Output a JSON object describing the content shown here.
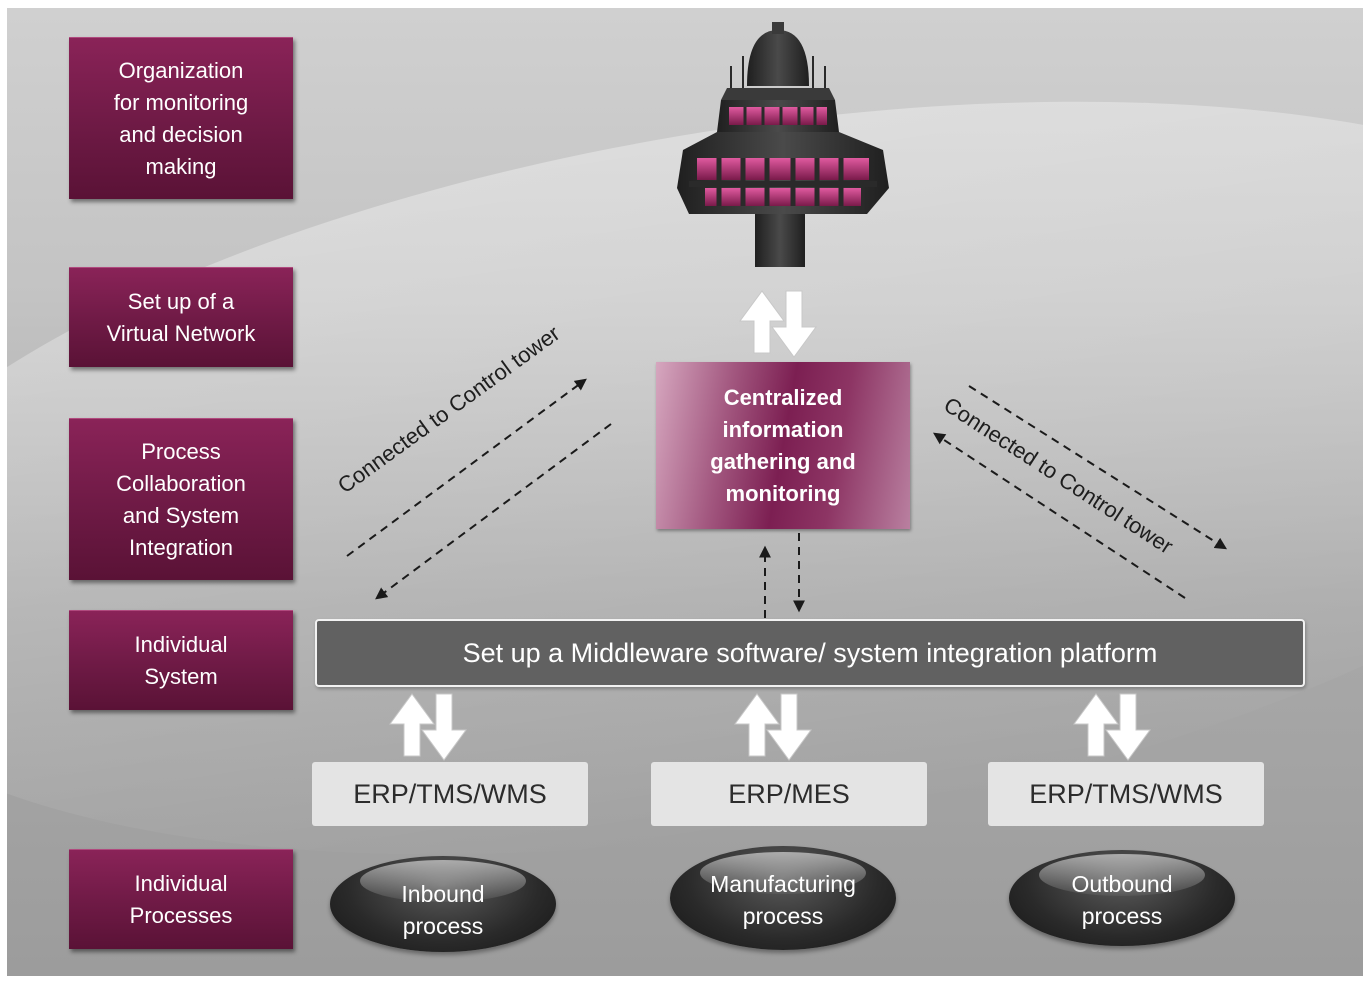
{
  "layers": [
    {
      "label": "Organization\nfor monitoring\nand decision\nmaking"
    },
    {
      "label": "Set up of a\nVirtual Network"
    },
    {
      "label": "Process\nCollaboration\nand System\nIntegration"
    },
    {
      "label": "Individual\nSystem"
    },
    {
      "label": "Individual\nProcesses"
    }
  ],
  "center_box": {
    "label": "Centralized\ninformation\ngathering and\nmonitoring"
  },
  "middleware": {
    "label": "Set up a Middleware software/ system integration platform"
  },
  "connections": {
    "left_label": "Connected to Control tower",
    "right_label": "Connected to Control tower"
  },
  "systems": [
    {
      "label": "ERP/TMS/WMS"
    },
    {
      "label": "ERP/MES"
    },
    {
      "label": "ERP/TMS/WMS"
    }
  ],
  "processes": [
    {
      "label": "Inbound\nprocess"
    },
    {
      "label": "Manufacturing\nprocess"
    },
    {
      "label": "Outbound\nprocess"
    }
  ],
  "colors": {
    "accent": "#6e1a45",
    "background": "#b5b5b5",
    "middleware": "#616161",
    "tower": "#2e2e2e",
    "tower_windows": "#c0307a"
  },
  "icons": {
    "tower": "control-tower-icon",
    "arrows": "up-down-arrows-icon"
  }
}
